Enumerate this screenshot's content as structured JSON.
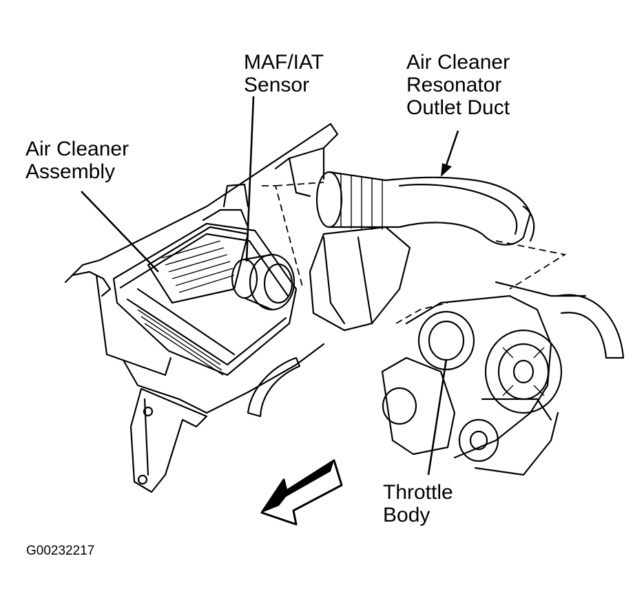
{
  "labels": {
    "maf_iat_sensor": [
      "MAF/IAT",
      "Sensor"
    ],
    "air_cleaner_resonator_outlet_duct": [
      "Air Cleaner",
      "Resonator",
      "Outlet Duct"
    ],
    "air_cleaner_assembly": [
      "Air Cleaner",
      "Assembly"
    ],
    "throttle_body": [
      "Throttle",
      "Body"
    ]
  },
  "figure_id": "G00232217",
  "colors": {
    "ink": "#000000",
    "paper": "#ffffff"
  },
  "icons": {
    "direction_arrow": "front-direction-arrow-icon"
  }
}
